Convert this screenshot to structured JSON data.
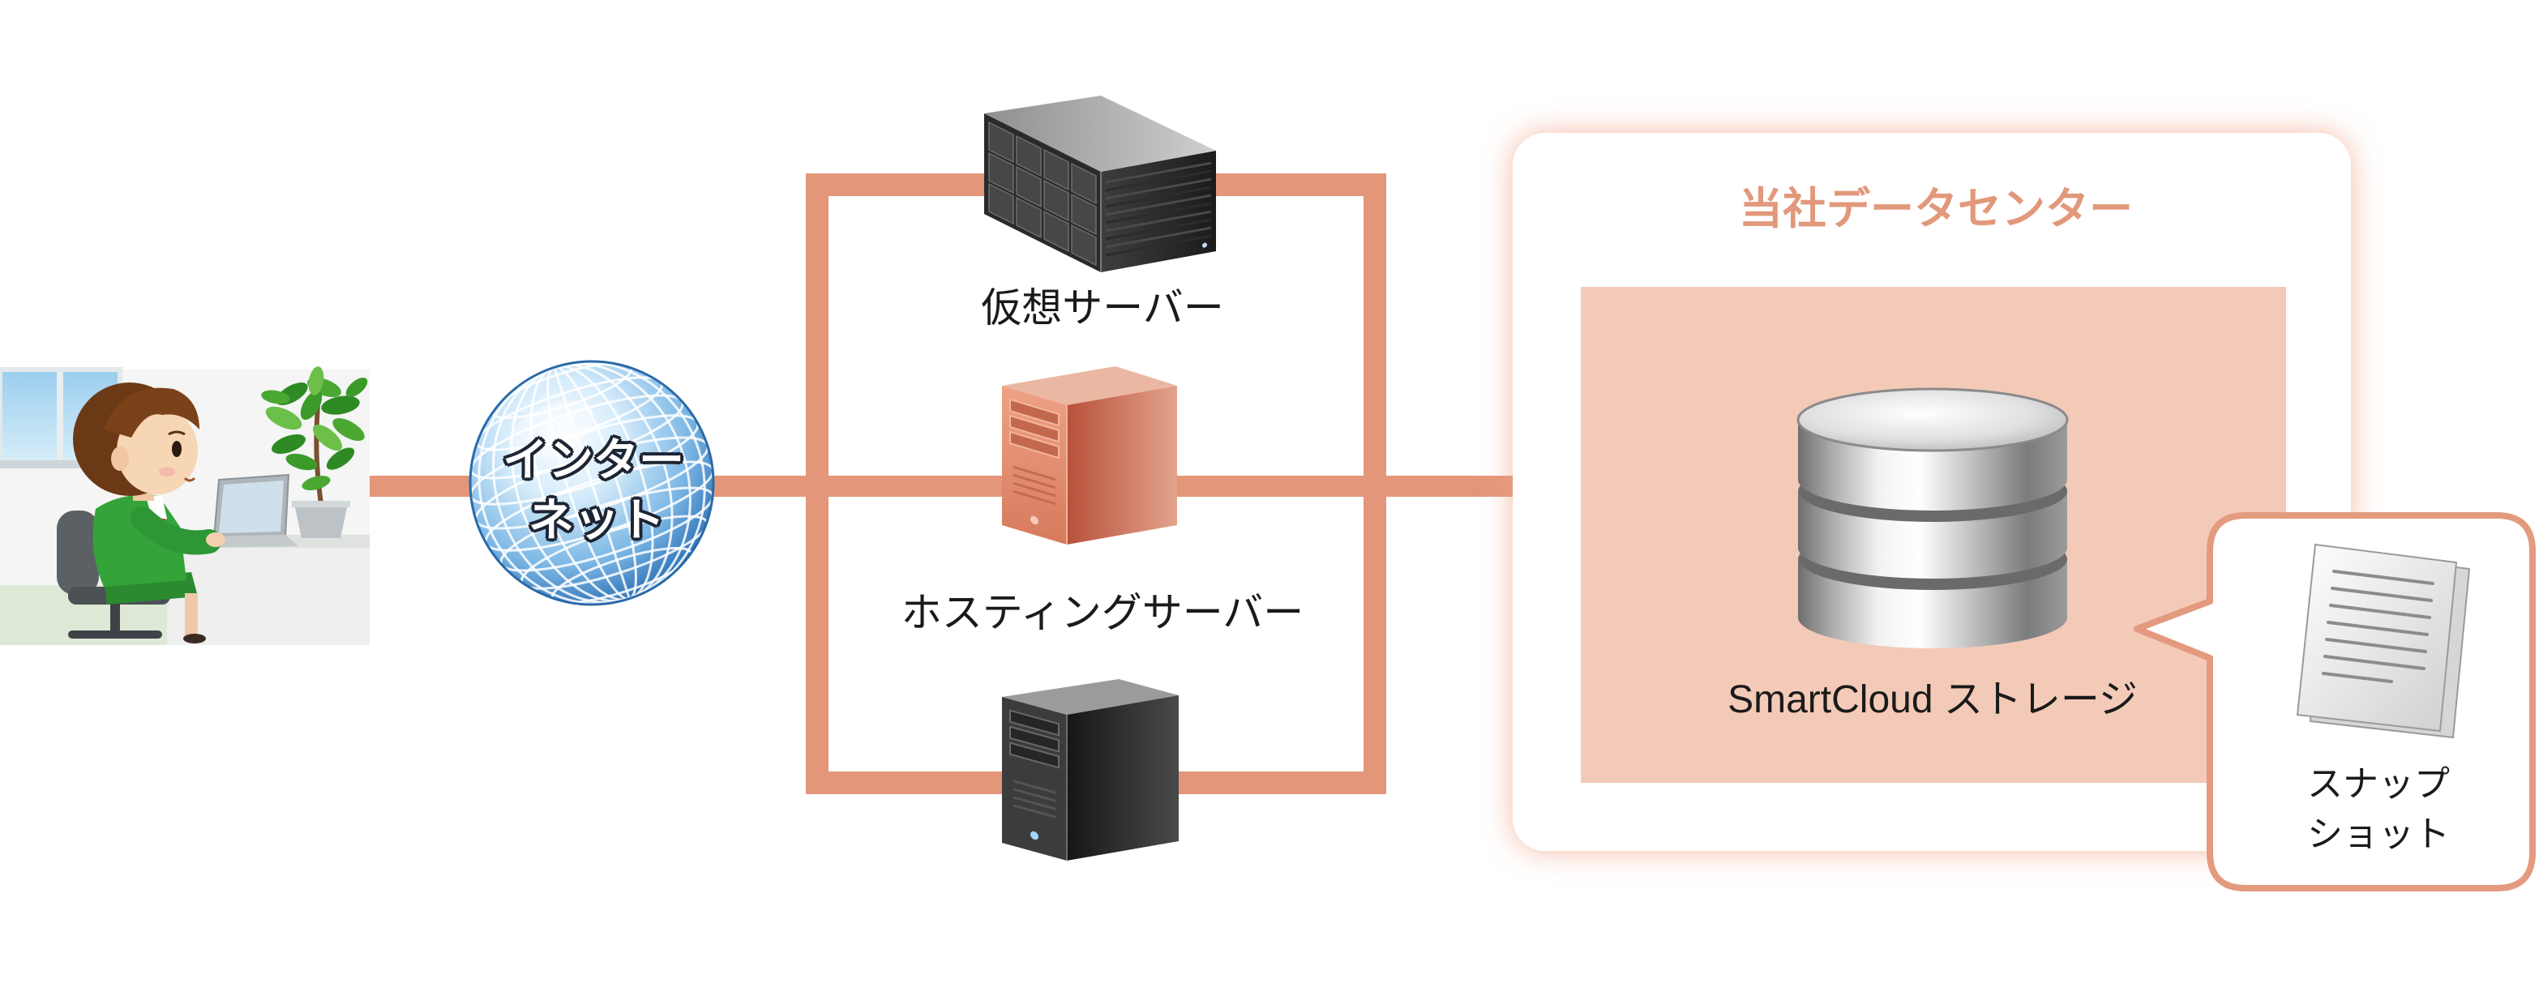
{
  "internet": {
    "label_line1": "インター",
    "label_line2": "ネット"
  },
  "servers": {
    "virtual": {
      "label": "仮想サーバー"
    },
    "hosting": {
      "label": "ホスティングサーバー"
    }
  },
  "datacenter": {
    "title": "当社データセンター",
    "storage_label": "SmartCloud ストレージ"
  },
  "snapshot": {
    "label_line1": "スナップ",
    "label_line2": "ショット"
  },
  "icons": {
    "client": "office-worker-illustration",
    "internet": "globe-icon",
    "virtual_server": "rack-server-icon",
    "hosting_server": "tower-server-icon",
    "third_server": "tower-server-icon",
    "storage": "database-icon",
    "snapshot": "document-icon"
  },
  "colors": {
    "connector": "#e39679",
    "datacenter_title": "#e2987b",
    "storage_panel": "#f3cab7",
    "callout_border": "#e39a7e"
  }
}
